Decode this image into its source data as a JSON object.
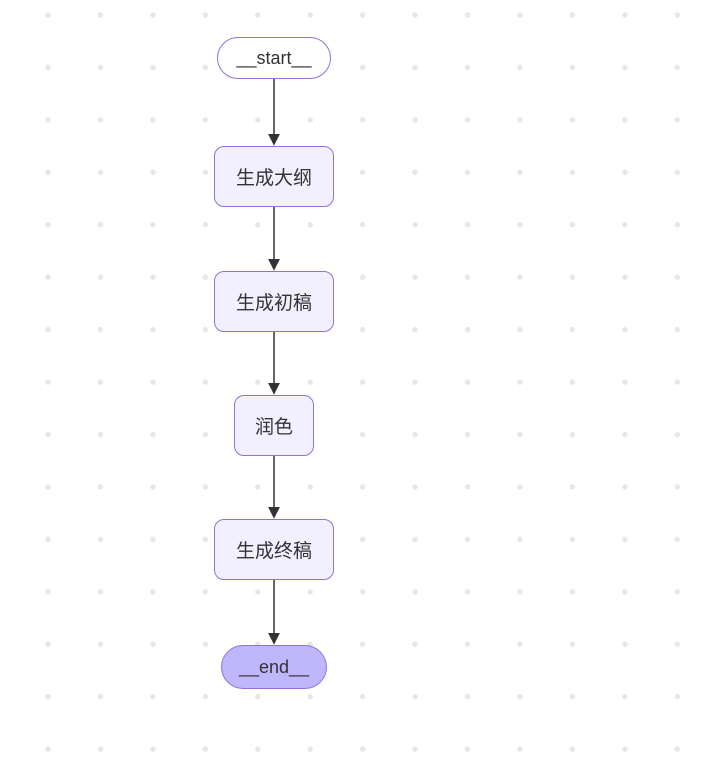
{
  "diagram": {
    "type": "flowchart",
    "direction": "top-down",
    "nodes": [
      {
        "label": "__start__",
        "shape": "stadium",
        "role": "first"
      },
      {
        "label": "生成大纲",
        "shape": "rectangle",
        "role": "default"
      },
      {
        "label": "生成初稿",
        "shape": "rectangle",
        "role": "default"
      },
      {
        "label": "润色",
        "shape": "rectangle",
        "role": "default"
      },
      {
        "label": "生成终稿",
        "shape": "rectangle",
        "role": "default"
      },
      {
        "label": "__end__",
        "shape": "stadium",
        "role": "last"
      }
    ],
    "edges": [
      {
        "from": "__start__",
        "to": "生成大纲",
        "arrow": true
      },
      {
        "from": "生成大纲",
        "to": "生成初稿",
        "arrow": true
      },
      {
        "from": "生成初稿",
        "to": "润色",
        "arrow": true
      },
      {
        "from": "润色",
        "to": "生成终稿",
        "arrow": true
      },
      {
        "from": "生成终稿",
        "to": "__end__",
        "arrow": true
      }
    ]
  },
  "colors": {
    "canvas_bg": "#ffffff",
    "dot_color": "#e7e7e7",
    "node_fill": "#f2f0ff",
    "node_border": "#9370db",
    "start_fill": "#ffffff",
    "end_fill": "#bfb6fc",
    "text_color": "#333333",
    "edge_color": "#333333"
  }
}
